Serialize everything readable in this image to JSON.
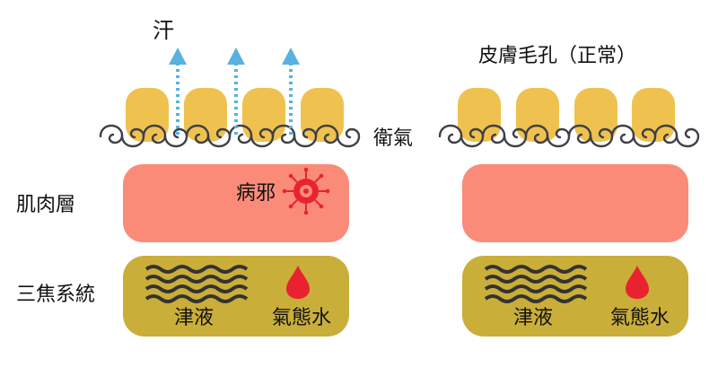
{
  "labels": {
    "sweat": "汗",
    "pore_normal": "皮膚毛孔（正常）",
    "wei_qi": "衛氣",
    "muscle_layer": "肌肉層",
    "san_jiao": "三焦系統",
    "pathogen": "病邪",
    "left_fluids": "津液",
    "left_vapor_water": "氣態水",
    "right_fluids": "津液",
    "right_vapor_water": "氣態水"
  },
  "colors": {
    "skin_cell": "#efc24f",
    "wei_qi_swirl": "#3f3f48",
    "muscle_layer": "#fb8b79",
    "san_jiao_layer": "#c9ae3a",
    "sweat_arrow": "#58b2df",
    "pathogen": "#e8232f",
    "fluid_waves": "#333333",
    "water_drop": "#e8232f"
  },
  "icons": {
    "sweat": "dotted-up-arrow-icon",
    "pathogen": "virus-icon",
    "fluids": "wavy-lines-icon",
    "vapor_water": "water-drop-icon",
    "wei_qi": "swirl-line-icon"
  }
}
